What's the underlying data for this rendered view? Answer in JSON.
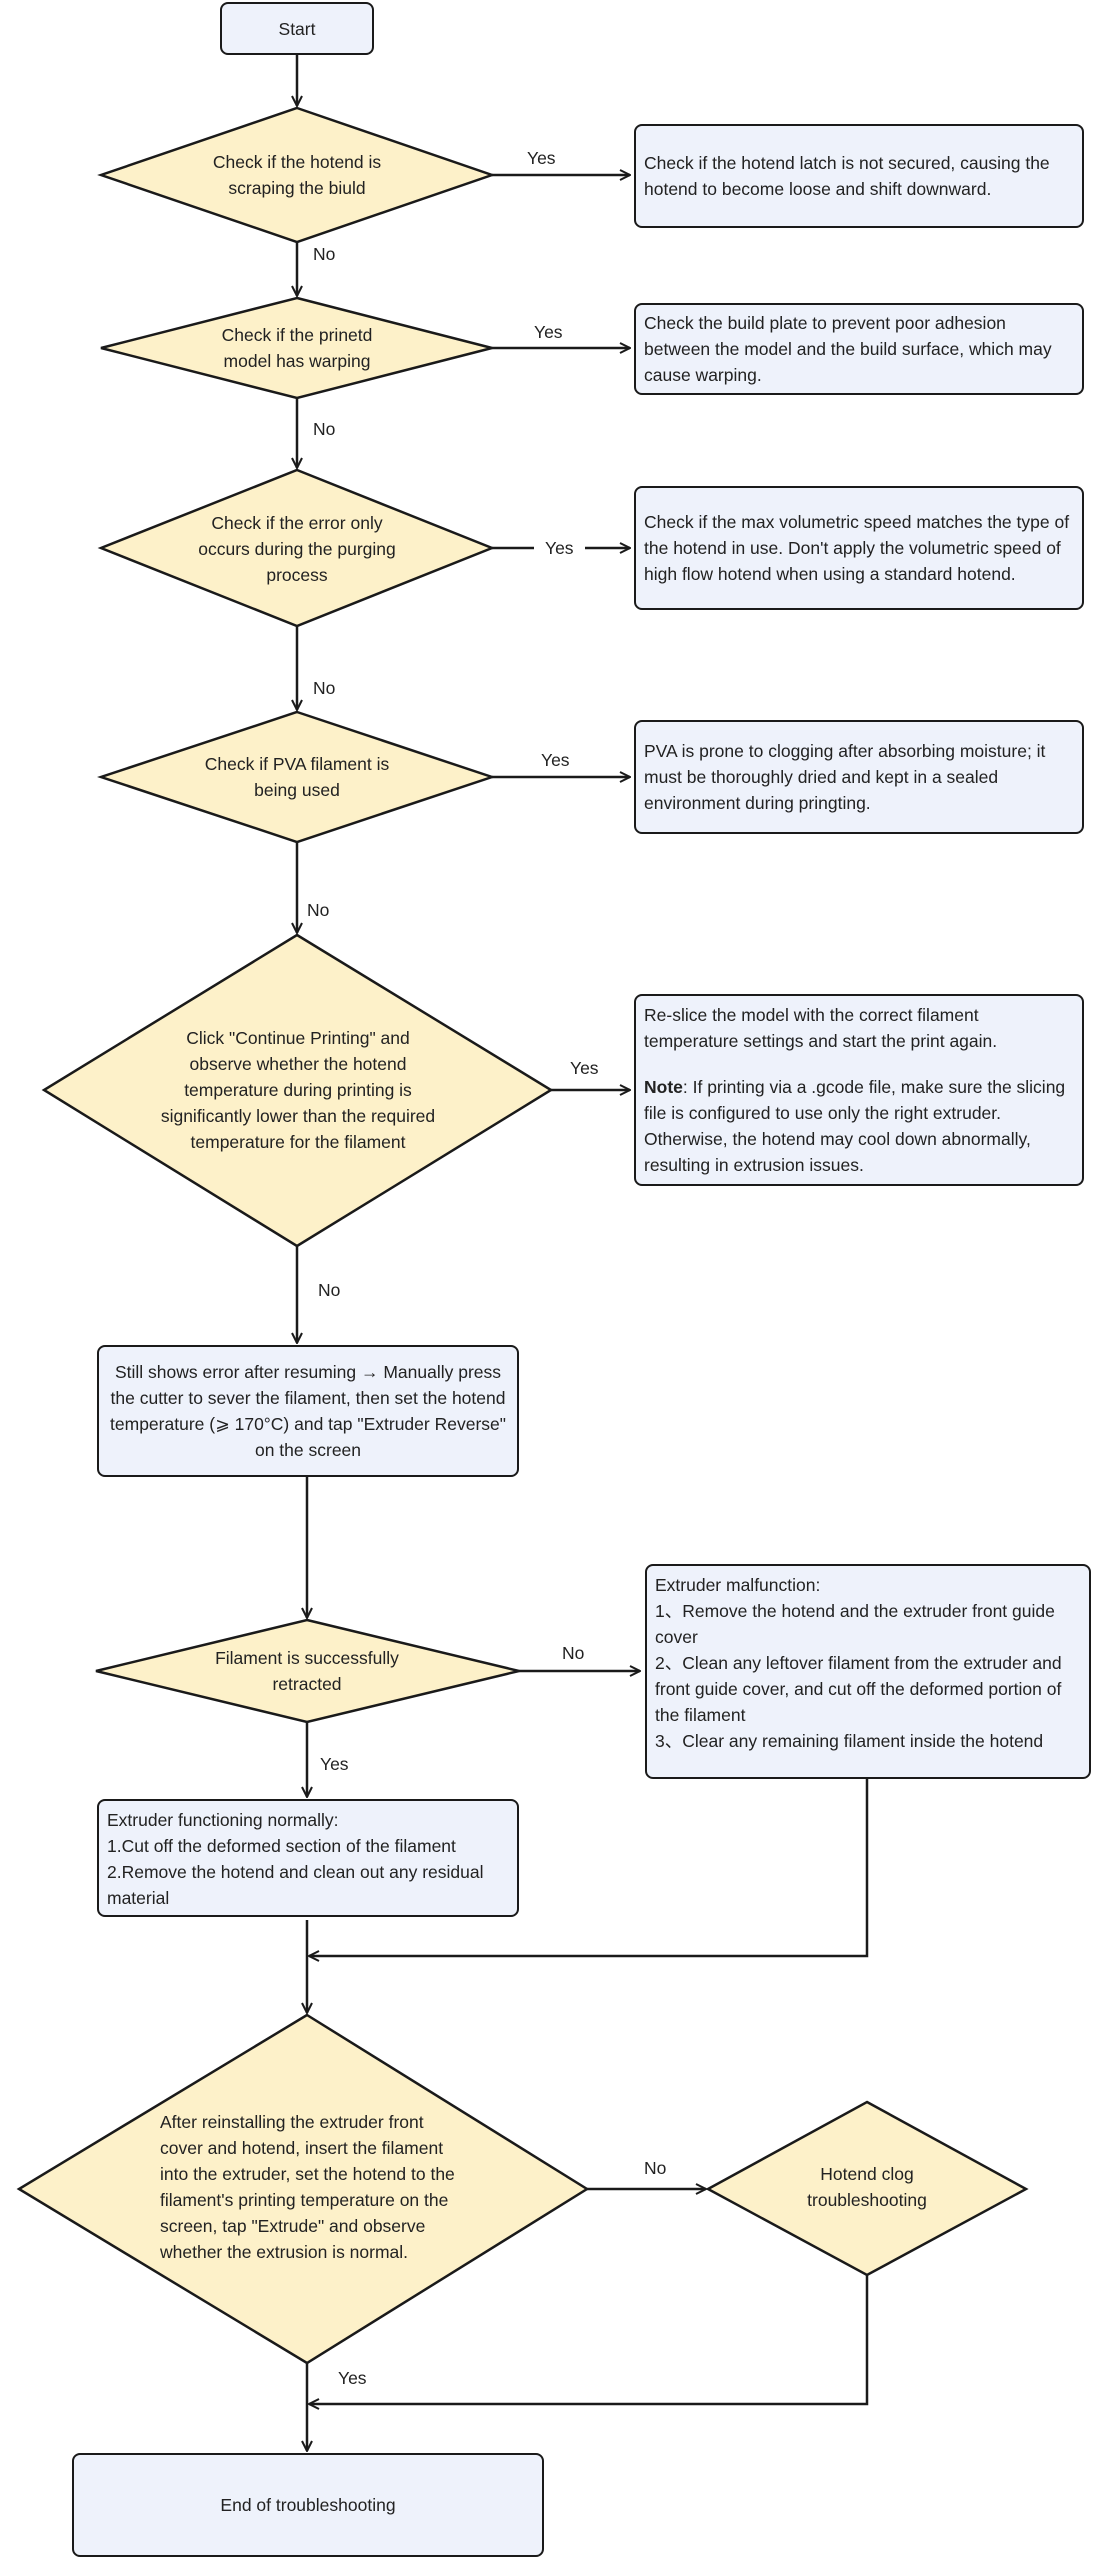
{
  "start": "Start",
  "d1": {
    "question": "Check if the hotend is scraping the biuld",
    "yes_label": "Yes",
    "no_label": "No",
    "action": "Check if the hotend latch is not secured, causing the hotend to become loose and shift downward."
  },
  "d2": {
    "question": "Check if the prinetd model has warping",
    "yes_label": "Yes",
    "no_label": "No",
    "action": "Check the build plate to prevent poor adhesion between the model and the build surface, which may cause warping."
  },
  "d3": {
    "question": "Check if the error only occurs during the purging process",
    "yes_label": "Yes",
    "no_label": "No",
    "action": "Check if the max volumetric speed matches the type of the hotend in use. Don't apply the volumetric speed of high flow hotend when using a standard hotend."
  },
  "d4": {
    "question": "Check if PVA filament is being used",
    "yes_label": "Yes",
    "no_label": "No",
    "action": "PVA is prone to clogging after absorbing moisture; it must be thoroughly dried and kept in a sealed environment during pringting."
  },
  "d5": {
    "question": "Click \"Continue Printing\" and observe whether the hotend temperature during printing is significantly lower than the required temperature for the filament",
    "yes_label": "Yes",
    "no_label": "No",
    "action_p1": "Re-slice the model with the correct filament temperature settings and start the print again.",
    "action_note_bold": "Note",
    "action_note_rest": ": If printing via a .gcode file, make sure the slicing file is configured to use only the right extruder. Otherwise, the hotend may cool down abnormally, resulting in extrusion issues."
  },
  "step_resume": "Still shows error after resuming → Manually press the cutter to sever the filament, then set the hotend temperature (⩾ 170°C) and tap \"Extruder Reverse\" on the screen",
  "d6": {
    "question": "Filament is successfully retracted",
    "yes_label": "Yes",
    "no_label": "No",
    "malfunction": {
      "title": "Extruder malfunction:",
      "item1": "1、Remove the hotend and the extruder front guide cover",
      "item2": "2、Clean any leftover filament from the extruder and front guide cover, and cut off the deformed portion of the filament",
      "item3": "3、Clear any remaining filament inside the hotend"
    },
    "normal": {
      "title": "Extruder functioning normally:",
      "item1": "1.Cut off the deformed section of the filament",
      "item2": "2.Remove the hotend and clean out any residual material"
    }
  },
  "d7": {
    "question": "After reinstalling the extruder front cover and hotend, insert the filament into the extruder, set the hotend to the filament's printing temperature on the screen, tap \"Extrude\" and observe whether the extrusion is normal.",
    "yes_label": "Yes",
    "no_label": "No"
  },
  "d8": {
    "question": "Hotend clog troubleshooting"
  },
  "end": "End of troubleshooting",
  "colors": {
    "box_fill": "#eef2fb",
    "diamond_fill": "#fdf1c9",
    "stroke": "#1a1a1a"
  }
}
